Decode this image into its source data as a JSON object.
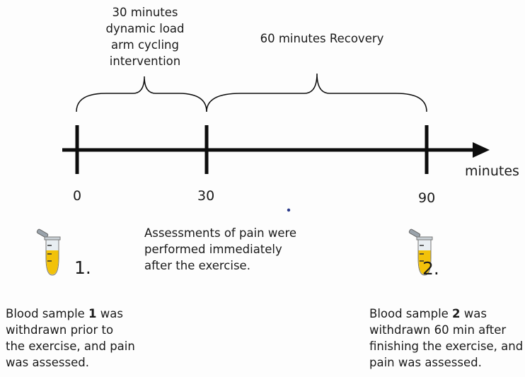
{
  "phases": {
    "intervention": "30 minutes\ndynamic load\narm cycling\nintervention",
    "recovery": "60 minutes Recovery"
  },
  "axis": {
    "unit_label": "minutes",
    "ticks": [
      "0",
      "30",
      "90"
    ]
  },
  "notes": {
    "pain_assessment": "Assessments of pain were\nperformed immediately\nafter the exercise."
  },
  "samples": [
    {
      "number": "1.",
      "desc_before": "Blood sample ",
      "desc_bold": "1",
      "desc_after": " was\nwithdrawn prior to\nthe exercise, and pain\nwas assessed."
    },
    {
      "number": "2.",
      "desc_before": "Blood sample ",
      "desc_bold": "2",
      "desc_after": " was\nwithdrawn 60 min after\nfinishing the exercise, and\npain was assessed."
    }
  ],
  "colors": {
    "line": "#0d0d0d",
    "tube_fill": "#f2c20a",
    "tube_glass": "#e8eef2",
    "cap": "#9aa3ab",
    "dot": "#2a3a8a"
  }
}
